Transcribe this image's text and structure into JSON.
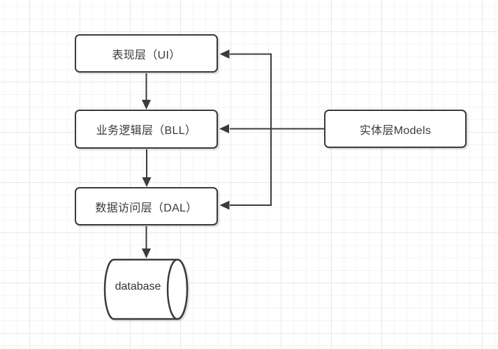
{
  "diagram": {
    "type": "layered-architecture",
    "nodes": {
      "ui": {
        "label": "表现层（UI）",
        "shape": "rounded-rect"
      },
      "bll": {
        "label": "业务逻辑层（BLL）",
        "shape": "rounded-rect"
      },
      "dal": {
        "label": "数据访问层（DAL）",
        "shape": "rounded-rect"
      },
      "models": {
        "label": "实体层Models",
        "shape": "rounded-rect"
      },
      "database": {
        "label": "database",
        "shape": "horizontal-cylinder"
      }
    },
    "edges": [
      {
        "from": "ui",
        "to": "bll",
        "style": "arrow-down"
      },
      {
        "from": "bll",
        "to": "dal",
        "style": "arrow-down"
      },
      {
        "from": "dal",
        "to": "database",
        "style": "arrow-down"
      },
      {
        "from": "models",
        "to": "ui",
        "style": "arrow-left"
      },
      {
        "from": "models",
        "to": "bll",
        "style": "arrow-left"
      },
      {
        "from": "models",
        "to": "dal",
        "style": "arrow-left"
      }
    ],
    "colors": {
      "stroke": "#3b3b3b",
      "node_fill": "#ffffff",
      "text": "#3a3a3a",
      "grid_minor": "#f4f4f4",
      "grid_major": "#e8e8e8",
      "background": "#ffffff"
    }
  }
}
